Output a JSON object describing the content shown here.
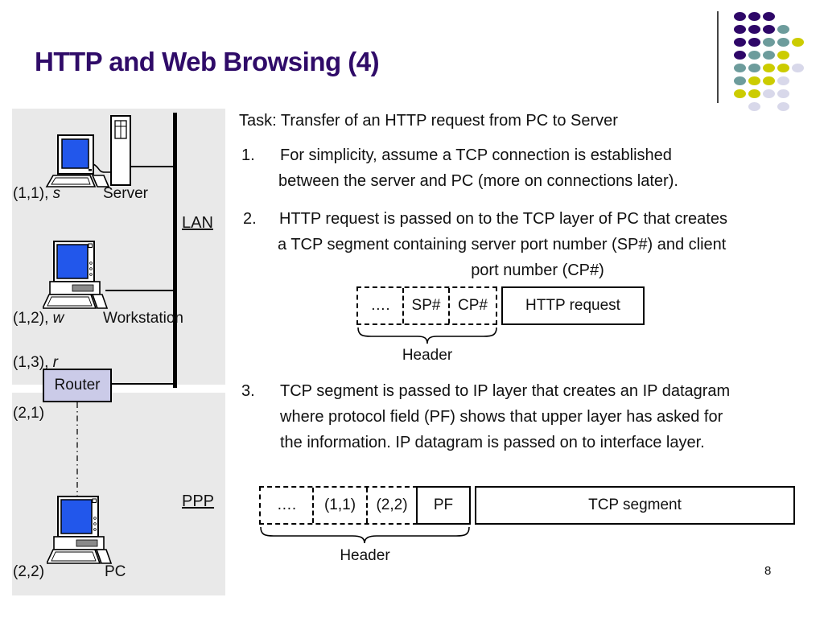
{
  "slide": {
    "title": "HTTP and Web Browsing (4)",
    "page_number": "8"
  },
  "ornament": {
    "rows": [
      "PPP..",
      "PPPT.",
      "PPTTY",
      "PTTY.",
      "TTYYL",
      "TYYL.",
      "YYLL.",
      ".L.L."
    ],
    "colors": {
      "P": "#2E0768",
      "T": "#6D9C9C",
      "Y": "#CCCC00",
      "L": "#D8D8EA"
    }
  },
  "network": {
    "server_addr": "(1,1),",
    "server_var": "s",
    "server_label": "Server",
    "lan_label": "LAN",
    "workstation_addr": "(1,2),",
    "workstation_var": "w",
    "workstation_label": "Workstation",
    "router_lan_addr": "(1,3),",
    "router_lan_var": "r",
    "router_label": "Router",
    "router_ppp_addr": "(2,1)",
    "ppp_label": "PPP",
    "pc_addr": "(2,2)",
    "pc_label": "PC"
  },
  "content": {
    "task_line": "Task: Transfer of an HTTP request from PC to Server",
    "item1_number": "1.",
    "item1_line1": "For simplicity, assume a TCP connection is established",
    "item1_line2": "between the server and PC (more on connections later).",
    "item2_number": "2.",
    "item2_line1": "HTTP request is passed on to the TCP layer of PC that creates",
    "item2_line2": "a TCP segment containing server port number (SP#) and client",
    "item2_line3": "port number (CP#)",
    "item3_number": "3.",
    "item3_line1": "TCP segment is passed to IP layer that creates an IP datagram",
    "item3_line2": "where protocol field (PF) shows that upper layer has asked for",
    "item3_line3": "the information. IP datagram is passed on to interface layer."
  },
  "tcp_packet": {
    "cell1": "….",
    "cell2": "SP#",
    "cell3": "CP#",
    "payload": "HTTP request",
    "brace_label": "Header"
  },
  "ip_packet": {
    "cell1": "….",
    "cell2": "(1,1)",
    "cell3": "(2,2)",
    "cell4": "PF",
    "payload": "TCP segment",
    "brace_label": "Header"
  }
}
